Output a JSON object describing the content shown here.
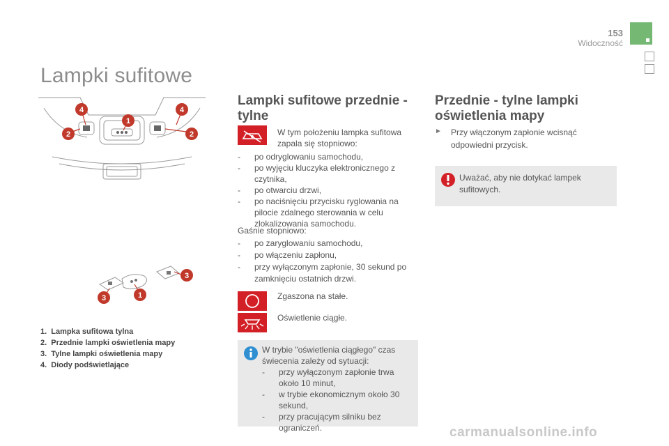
{
  "header": {
    "page_number": "153",
    "section": "Widoczność"
  },
  "title": "Lampki sufitowe",
  "legend": [
    "1.  Lampka sufitowa tylna",
    "2.  Przednie lampki oświetlenia mapy",
    "3.  Tylne lampki oświetlenia mapy",
    "4.  Diody podświetlające"
  ],
  "callouts": {
    "c1": "1",
    "c2": "2",
    "c3": "3",
    "c4": "4"
  },
  "col2": {
    "heading_line1": "Lampki sufitowe przednie -",
    "heading_line2": "tylne",
    "intro_line1": "W tym położeniu lampka sufitowa",
    "intro_line2": "zapala się stopniowo:",
    "list1": [
      "po odryglowaniu samochodu,",
      "po wyjęciu kluczyka elektronicznego z czytnika,",
      "po otwarciu drzwi,",
      "po naciśnięciu przycisku ryglowania na pilocie zdalnego sterowania w celu zlokalizowania samochodu."
    ],
    "fade_label": "Gaśnie stopniowo:",
    "list2": [
      "po zaryglowaniu samochodu,",
      "po włączeniu zapłonu,",
      "przy wyłączonym zapłonie, 30 sekund po zamknięciu ostatnich drzwi."
    ],
    "off_label": "Zgaszona na stałe.",
    "on_label": "Oświetlenie ciągłe.",
    "info_line1": "W trybie \"oświetlenia ciągłego\" czas",
    "info_line2": "świecenia zależy od sytuacji:",
    "info_list": [
      "przy wyłączonym zapłonie trwa około 10 minut,",
      "w trybie ekonomicznym około 30 sekund,",
      "przy pracującym silniku bez ograniczeń."
    ]
  },
  "col3": {
    "heading_line1": "Przednie - tylne lampki",
    "heading_line2": "oświetlenia mapy",
    "instruction_line1": "Przy włączonym zapłonie wcisnąć",
    "instruction_line2": "odpowiedni przycisk.",
    "warning_line1": "Uważać, aby nie dotykać lampek",
    "warning_line2": "sufitowych."
  },
  "watermark": "carmanualsonline.info"
}
